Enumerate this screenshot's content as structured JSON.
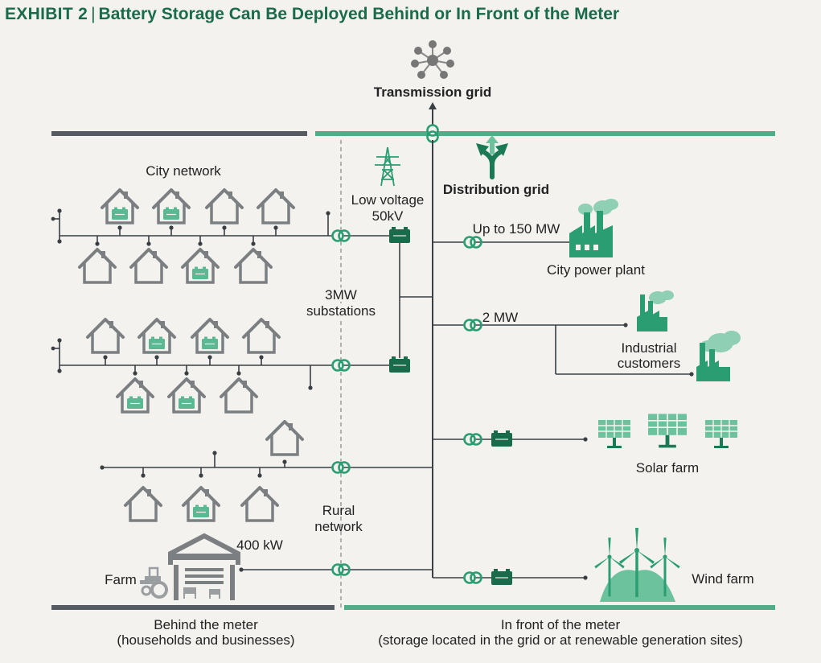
{
  "title": {
    "exhibit": "EXHIBIT 2",
    "separator": "|",
    "text": "Battery Storage Can Be Deployed Behind or In Front of the Meter"
  },
  "labels": {
    "transmission_grid": "Transmission grid",
    "distribution_grid": "Distribution grid",
    "city_network": "City network",
    "low_voltage_1": "Low voltage",
    "low_voltage_2": "50kV",
    "substations_1": "3MW",
    "substations_2": "substations",
    "up_to_150": "Up to 150 MW",
    "city_power_plant": "City power plant",
    "two_mw": "2 MW",
    "industrial_1": "Industrial",
    "industrial_2": "customers",
    "solar_farm": "Solar farm",
    "rural_1": "Rural",
    "rural_2": "network",
    "four_hundred_kw": "400 kW",
    "farm": "Farm",
    "wind_farm": "Wind farm"
  },
  "footer": {
    "behind_title": "Behind the meter",
    "behind_sub": "(households and businesses)",
    "front_title": "In front of the meter",
    "front_sub": "(storage located in the grid or at renewable generation sites)"
  },
  "colors": {
    "green_dark": "#1a7a55",
    "green_main": "#2a9d72",
    "green_light": "#6cc29c",
    "gray_line": "#555b60",
    "house_gray": "#7b7f82",
    "bar_gray": "#555b60",
    "bar_green": "#4fae88",
    "title_green": "#1a6b4c"
  }
}
